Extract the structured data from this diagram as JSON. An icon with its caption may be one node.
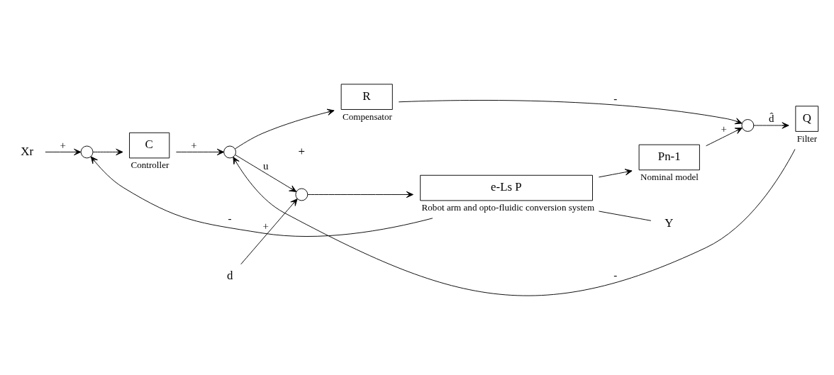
{
  "diagram": {
    "nodes": [
      {
        "text": [
          "Xr"
        ]
      },
      {
        "text": [],
        "shape": "circle"
      },
      {
        "text": [
          "C"
        ],
        "beside": [
          "Controller"
        ]
      },
      {
        "text": [],
        "shape": "circle"
      },
      {
        "text": [],
        "shape": "circle"
      },
      {
        "text": [
          "e-Ls P"
        ],
        "beside": [
          "Robot arm and opto-fluidic conversion system"
        ]
      },
      {
        "text": [
          "Y"
        ]
      },
      {
        "text": [
          "d"
        ]
      },
      {
        "text": [
          "R"
        ],
        "beside": [
          "Compensator"
        ]
      },
      {
        "text": [],
        "shape": "circle"
      },
      {
        "text": [
          "Q"
        ],
        "beside": [
          "Filter"
        ]
      },
      {
        "text": [
          "Pn-1"
        ],
        "beside": [
          "Nominal model"
        ]
      }
    ],
    "edges": [
      {
        "from": 0,
        "to": 1,
        "arrow": "to",
        "label": "+"
      },
      {
        "from": 1,
        "to": 2,
        "arrow": "to"
      },
      {
        "from": 2,
        "to": 3,
        "arrow": "to",
        "label": "+"
      },
      {
        "from": 3,
        "to": 4,
        "arrow": "to",
        "label": "u"
      },
      {
        "from": 3,
        "to": 8,
        "arrow": "to"
      },
      {
        "from": 7,
        "to": 4,
        "arrow": "to",
        "label": "+"
      },
      {
        "from": 4,
        "to": 5,
        "arrow": "to"
      },
      {
        "from": 5,
        "to": 6,
        "arrow": "none"
      },
      {
        "from": 5,
        "to": 11,
        "arrow": "to"
      },
      {
        "from": 5,
        "to": 1,
        "arrow": "to",
        "label": "-"
      },
      {
        "from": 8,
        "to": 9,
        "arrow": "to",
        "label": "-"
      },
      {
        "from": 11,
        "to": 9,
        "arrow": "to",
        "label": "+"
      },
      {
        "from": 9,
        "to": 10,
        "arrow": "to",
        "label": "d̂"
      },
      {
        "from": 10,
        "to": 3,
        "arrow": "to",
        "label": "-"
      }
    ],
    "labels": [
      "+"
    ]
  }
}
